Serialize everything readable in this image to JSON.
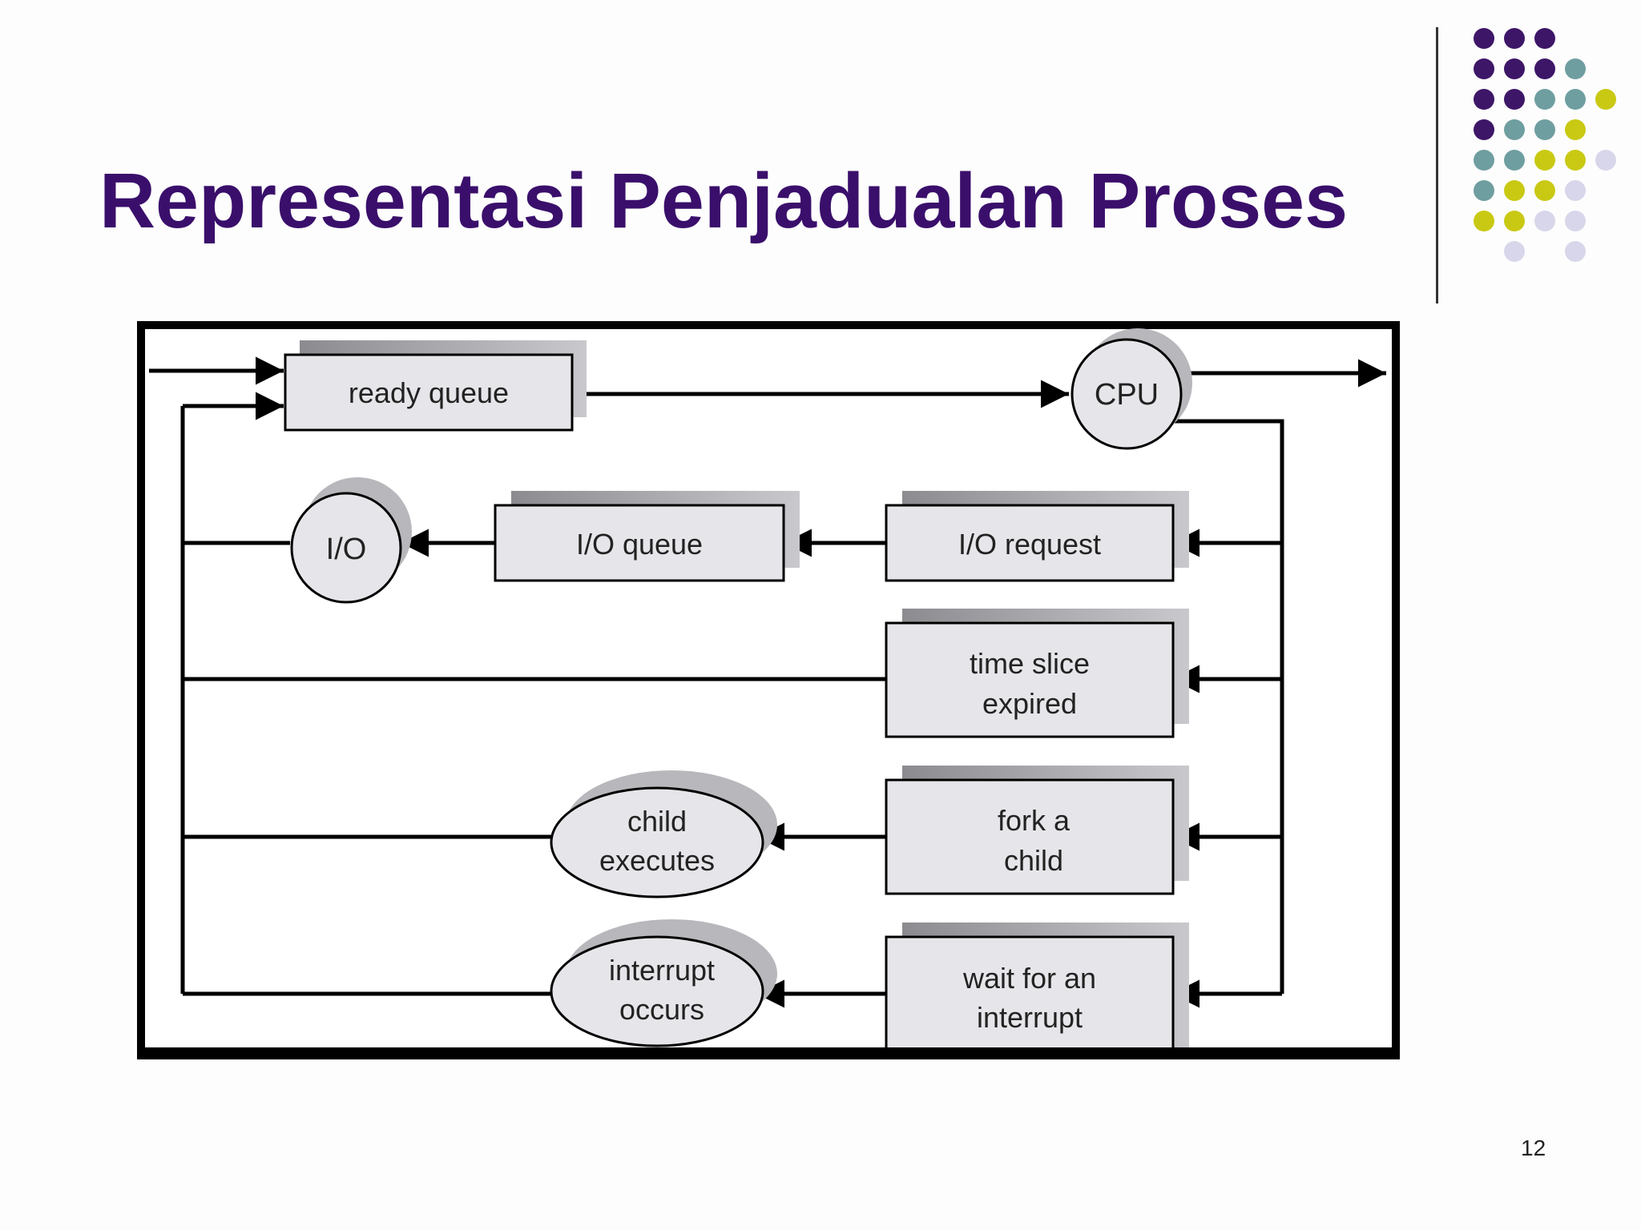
{
  "slide": {
    "title": "Representasi Penjadualan Proses",
    "page_number": "12"
  },
  "colors": {
    "title": "#3a0f6b",
    "dot_purple": "#3d1668",
    "dot_teal": "#6f9ea0",
    "dot_yellow": "#c9c914",
    "dot_lavender": "#d8d6ea",
    "node_fill": "#e6e6ea",
    "node_shadow": "#9a999e"
  },
  "diagram": {
    "ready_queue": "ready queue",
    "cpu": "CPU",
    "io": "I/O",
    "io_queue": "I/O queue",
    "io_request": "I/O request",
    "time_slice_line1": "time slice",
    "time_slice_line2": "expired",
    "child_exec_line1": "child",
    "child_exec_line2": "executes",
    "fork_line1": "fork a",
    "fork_line2": "child",
    "interrupt_occurs_line1": "interrupt",
    "interrupt_occurs_line2": "occurs",
    "wait_line1": "wait for an",
    "wait_line2": "interrupt"
  }
}
